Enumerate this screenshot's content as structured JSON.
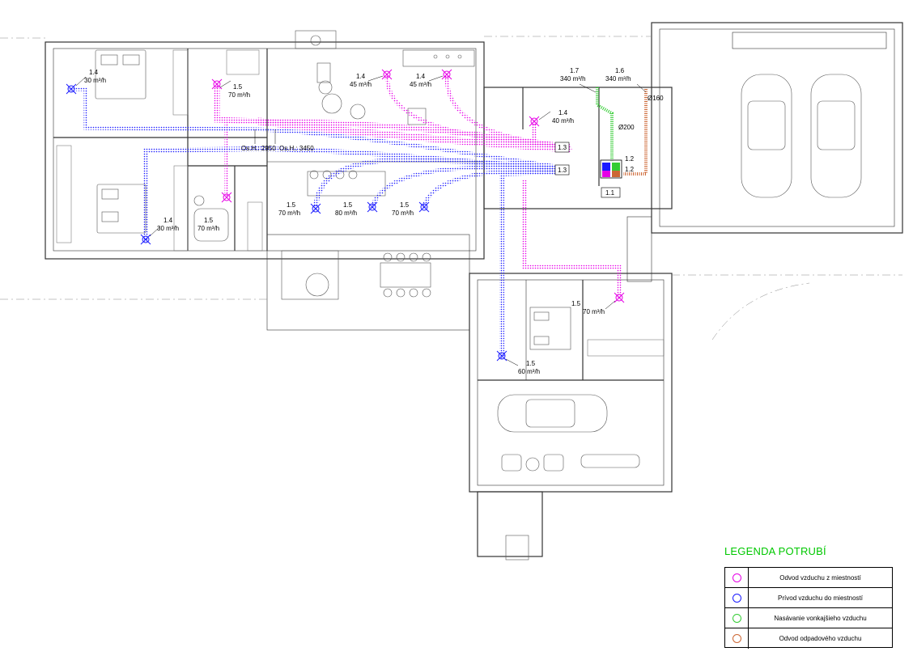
{
  "legend": {
    "title": "LEGENDA POTRUBÍ",
    "items": [
      {
        "label": "Odvod vzduchu z miestností",
        "color": "#e600e6"
      },
      {
        "label": "Prívod vzduchu do miestností",
        "color": "#1a1aff"
      },
      {
        "label": "Nasávanie vonkajšieho vzduchu",
        "color": "#33cc33"
      },
      {
        "label": "Odvod odpadového vzduchu",
        "color": "#cc6633"
      }
    ]
  },
  "heights": {
    "h1": "Os.H.: 2950",
    "h2": "Os.H.: 3450"
  },
  "equipment": {
    "unit": "1.1",
    "b1": "1.2",
    "b2": "1.2",
    "box1": "1.3",
    "box2": "1.3",
    "d1": "Ø160",
    "d2": "Ø200"
  },
  "labels": {
    "t1": {
      "code": "1.4",
      "flow": "30 m³/h"
    },
    "t2": {
      "code": "1.5",
      "flow": "70 m³/h"
    },
    "t3": {
      "code": "1.4",
      "flow": "45 m³/h"
    },
    "t4": {
      "code": "1.4",
      "flow": "45 m³/h"
    },
    "t5": {
      "code": "1.7",
      "flow": "340 m³/h"
    },
    "t6": {
      "code": "1.6",
      "flow": "340 m³/h"
    },
    "t7": {
      "code": "1.4",
      "flow": "40 m³/h"
    },
    "t8": {
      "code": "1.4",
      "flow": "30 m³/h"
    },
    "t9": {
      "code": "1.5",
      "flow": "70 m³/h"
    },
    "t10": {
      "code": "1.5",
      "flow": "70 m³/h"
    },
    "t11": {
      "code": "1.5",
      "flow": "80 m³/h"
    },
    "t12": {
      "code": "1.5",
      "flow": "70 m³/h"
    },
    "t13": {
      "code": "1.5",
      "flow": "70 m³/h"
    },
    "t14": {
      "code": "1.5",
      "flow": "60 m³/h"
    }
  }
}
